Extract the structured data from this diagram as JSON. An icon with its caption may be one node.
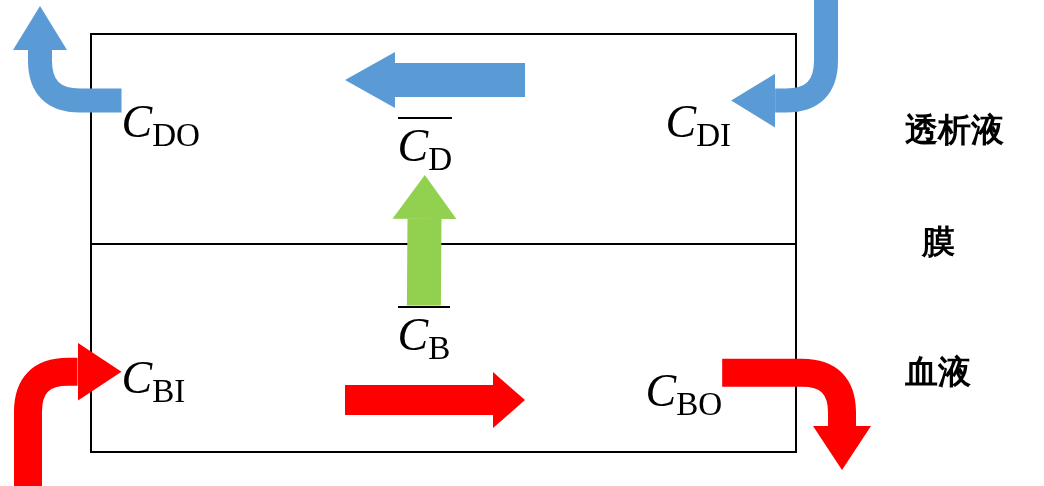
{
  "diagram": {
    "nodes": [
      {
        "text": [],
        "shape": "box",
        "beside": [
          "透析液"
        ]
      },
      {
        "text": [],
        "shape": "box",
        "beside": [
          "血液"
        ]
      },
      {
        "text": [
          "*C*$_{DO}$"
        ],
        "in": 0
      },
      {
        "text": [
          "*C*$_{D}$"
        ],
        "in": 0
      },
      {
        "text": [
          "*C*$_{DI}$"
        ],
        "in": 0
      },
      {
        "text": [
          "*C*$_{BI}$"
        ],
        "in": 1
      },
      {
        "text": [
          "*C*$_{B}$"
        ],
        "in": 1
      },
      {
        "text": [
          "*C*$_{BO}$"
        ],
        "in": 1
      }
    ],
    "edges": [
      {
        "from": null,
        "to": 4,
        "arrow": "to",
        "color": "#5b9bd5"
      },
      {
        "from": 2,
        "to": null,
        "arrow": "to",
        "color": "#5b9bd5"
      },
      {
        "from": null,
        "to": 5,
        "arrow": "to",
        "color": "#ff0000"
      },
      {
        "from": 7,
        "to": null,
        "arrow": "to",
        "color": "#ff0000"
      },
      {
        "from": 6,
        "to": 3,
        "arrow": "to",
        "color": "#92d050"
      }
    ],
    "labels": [
      "膜"
    ]
  }
}
